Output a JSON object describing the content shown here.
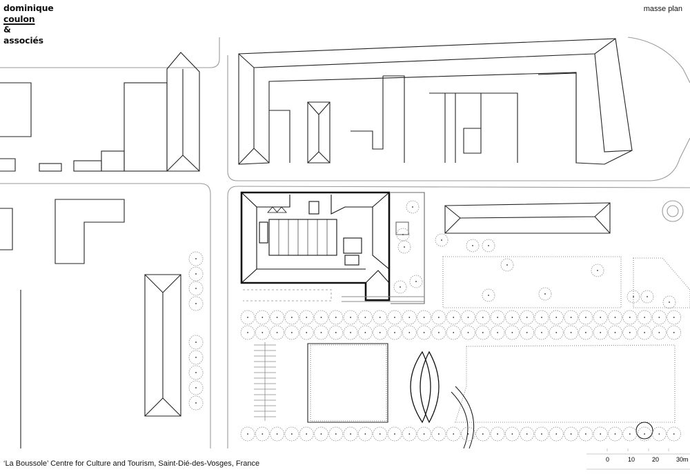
{
  "firm": {
    "line1": "dominique",
    "line2": "coulon",
    "line3": "&",
    "line4": "associés"
  },
  "plan_label": "masse plan",
  "caption": "‘La Boussole’ Centre for Culture and Tourism, Saint-Dié-des-Vosges, France",
  "scale_bar": {
    "labels": [
      "0",
      "10",
      "20",
      "30m"
    ]
  },
  "colors": {
    "ink": "#111111",
    "line": "#222222",
    "light_line": "#9a9a9a",
    "tree": "#8a8a8a"
  }
}
